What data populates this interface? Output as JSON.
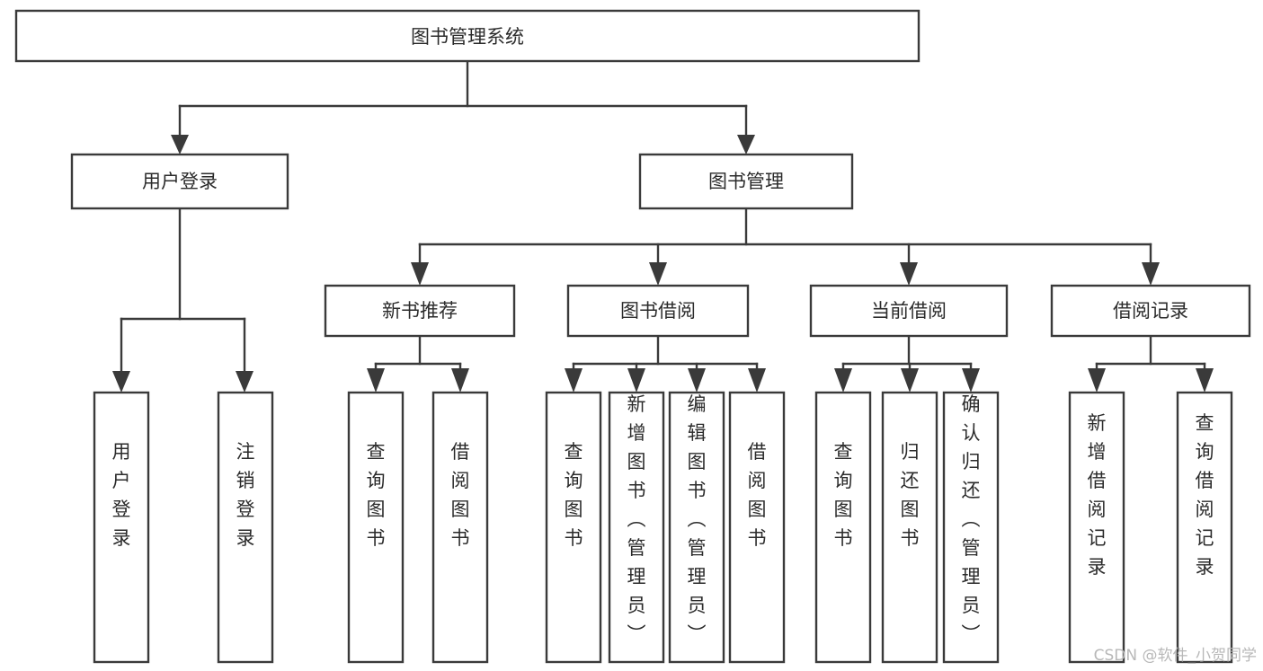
{
  "diagram": {
    "title": "图书管理系统",
    "type": "tree-hierarchy",
    "watermark": "CSDN @软件_小贺同学",
    "colors": {
      "stroke": "#3a3a3a",
      "fill": "#ffffff",
      "text": "#2b2b2b",
      "watermark": "#b8b8b8"
    },
    "nodes": {
      "root": {
        "label": "图书管理系统"
      },
      "level2": [
        {
          "label": "用户登录"
        },
        {
          "label": "图书管理"
        }
      ],
      "level3": [
        {
          "label": "新书推荐"
        },
        {
          "label": "图书借阅"
        },
        {
          "label": "当前借阅"
        },
        {
          "label": "借阅记录"
        }
      ],
      "leaves": {
        "user_login": [
          {
            "label": "用户登录"
          },
          {
            "label": "注销登录"
          }
        ],
        "new_book_recommend": [
          {
            "label": "查询图书"
          },
          {
            "label": "借阅图书"
          }
        ],
        "book_borrow": [
          {
            "label": "查询图书"
          },
          {
            "label": "新增图书（管理员）"
          },
          {
            "label": "编辑图书（管理员）"
          },
          {
            "label": "借阅图书"
          }
        ],
        "current_borrow": [
          {
            "label": "查询图书"
          },
          {
            "label": "归还图书"
          },
          {
            "label": "确认归还（管理员）"
          }
        ],
        "borrow_record": [
          {
            "label": "新增借阅记录"
          },
          {
            "label": "查询借阅记录"
          }
        ]
      }
    }
  }
}
